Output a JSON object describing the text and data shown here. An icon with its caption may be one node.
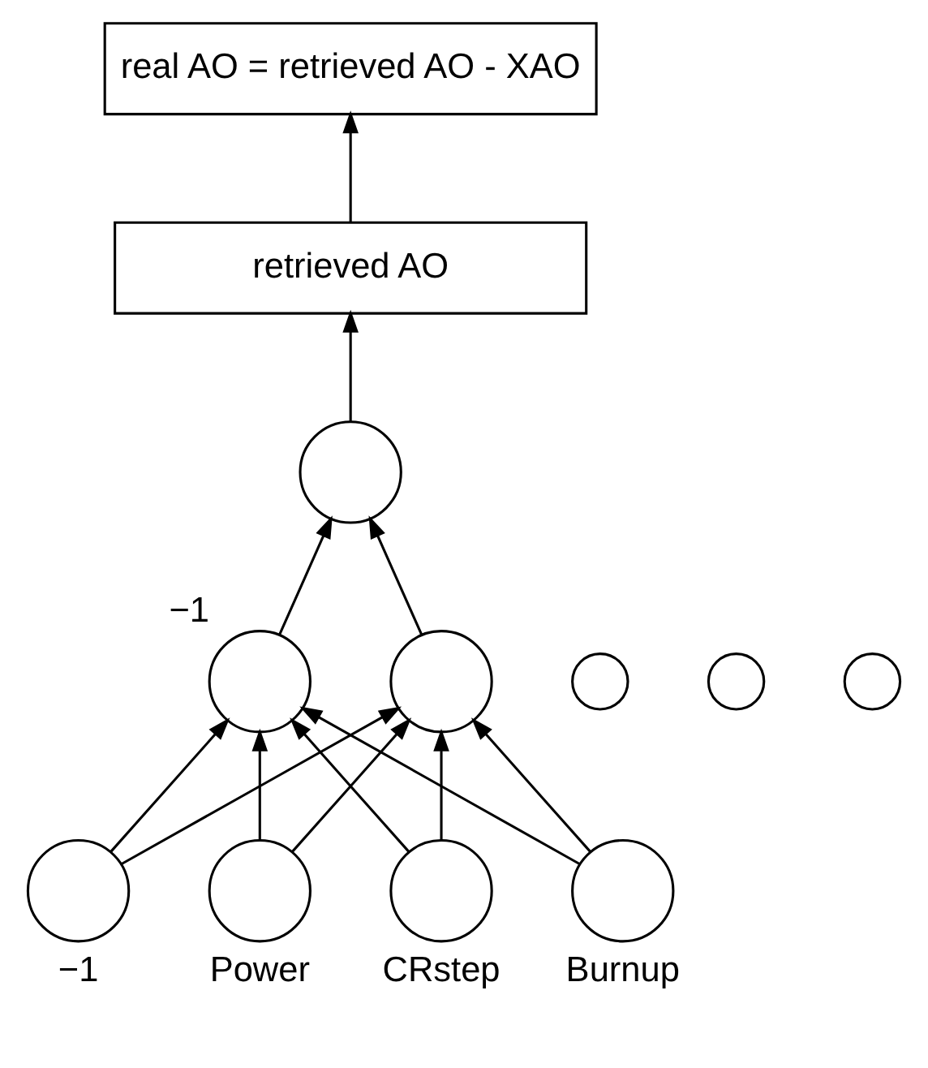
{
  "diagram": {
    "nodes": [
      {
        "text": [
          "real AO = retrieved AO - XAO"
        ]
      },
      {
        "text": [
          "retrieved AO"
        ]
      },
      {
        "text": [],
        "shape": "circle"
      },
      {
        "text": [],
        "shape": "circle",
        "beside": [
          "−1"
        ]
      },
      {
        "text": [],
        "shape": "circle"
      },
      {
        "text": [],
        "shape": "circle"
      },
      {
        "text": [],
        "shape": "circle"
      },
      {
        "text": [],
        "shape": "circle"
      },
      {
        "text": [],
        "shape": "circle",
        "beside": [
          "−1"
        ]
      },
      {
        "text": [],
        "shape": "circle",
        "beside": [
          "Power"
        ]
      },
      {
        "text": [],
        "shape": "circle",
        "beside": [
          "CRstep"
        ]
      },
      {
        "text": [],
        "shape": "circle",
        "beside": [
          "Burnup"
        ]
      }
    ],
    "edges": [
      {
        "from": 1,
        "to": 0,
        "arrow": "to"
      },
      {
        "from": 2,
        "to": 1,
        "arrow": "to"
      },
      {
        "from": 3,
        "to": 2,
        "arrow": "to"
      },
      {
        "from": 7,
        "to": 2,
        "arrow": "to"
      },
      {
        "from": 8,
        "to": 3,
        "arrow": "to"
      },
      {
        "from": 8,
        "to": 7,
        "arrow": "to"
      },
      {
        "from": 9,
        "to": 3,
        "arrow": "to"
      },
      {
        "from": 9,
        "to": 7,
        "arrow": "to"
      },
      {
        "from": 10,
        "to": 3,
        "arrow": "to"
      },
      {
        "from": 10,
        "to": 7,
        "arrow": "to"
      },
      {
        "from": 11,
        "to": 3,
        "arrow": "to"
      },
      {
        "from": 11,
        "to": 7,
        "arrow": "to"
      }
    ]
  }
}
